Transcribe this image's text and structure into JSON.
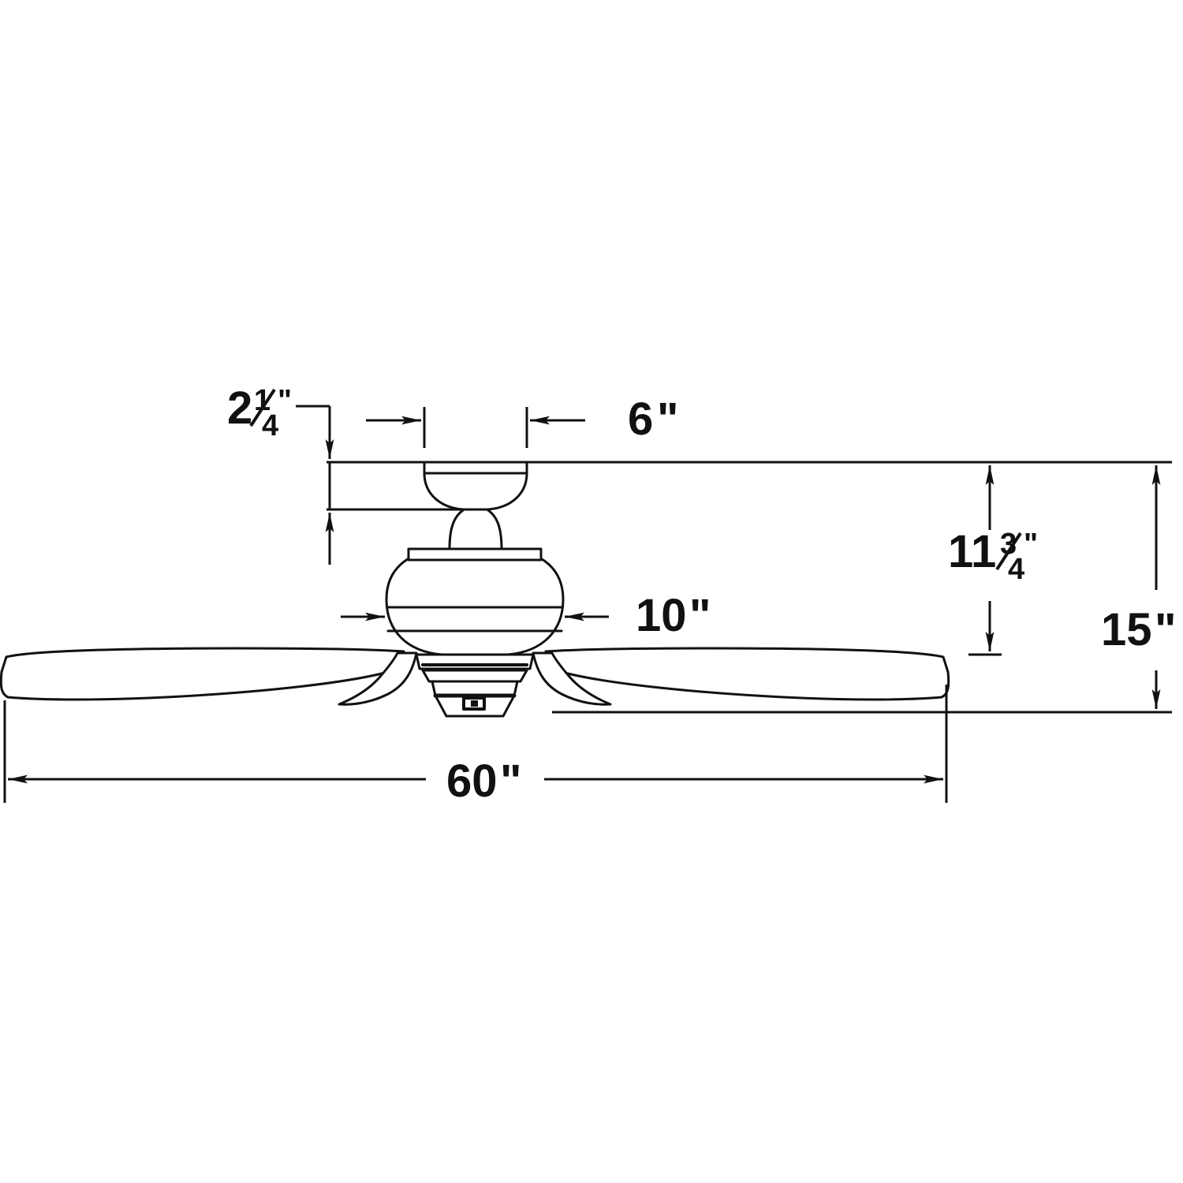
{
  "drawing": {
    "title": "Ceiling Fan Dimension Diagram",
    "subject": "ceiling-fan",
    "line_color": "#111111",
    "fill_color": "#ffffff",
    "background": "#ffffff"
  },
  "dimensions": {
    "canopy_height": {
      "label_whole": "2",
      "label_numerator": "1",
      "label_denominator": "4",
      "label_quote": "\"",
      "full_text": "2¼\"",
      "value": 2.25,
      "unit": "in",
      "orientation": "vertical",
      "describes": "canopy height"
    },
    "canopy_width": {
      "full_text": "6\"",
      "label_whole": "6",
      "label_quote": "\"",
      "value": 6,
      "unit": "in",
      "orientation": "horizontal",
      "describes": "canopy diameter"
    },
    "motor_diameter": {
      "full_text": "10\"",
      "label_whole": "10",
      "label_quote": "\"",
      "value": 10,
      "unit": "in",
      "orientation": "horizontal",
      "describes": "motor housing diameter"
    },
    "blade_drop": {
      "label_whole": "11",
      "label_numerator": "3",
      "label_denominator": "4",
      "label_quote": "\"",
      "full_text": "11¾\"",
      "value": 11.75,
      "unit": "in",
      "orientation": "vertical",
      "describes": "ceiling to blade height"
    },
    "overall_height": {
      "full_text": "15\"",
      "label_whole": "15",
      "label_quote": "\"",
      "value": 15,
      "unit": "in",
      "orientation": "vertical",
      "describes": "overall fan height"
    },
    "blade_span": {
      "full_text": "60\"",
      "label_whole": "60",
      "label_quote": "\"",
      "value": 60,
      "unit": "in",
      "orientation": "horizontal",
      "describes": "blade sweep diameter"
    }
  }
}
